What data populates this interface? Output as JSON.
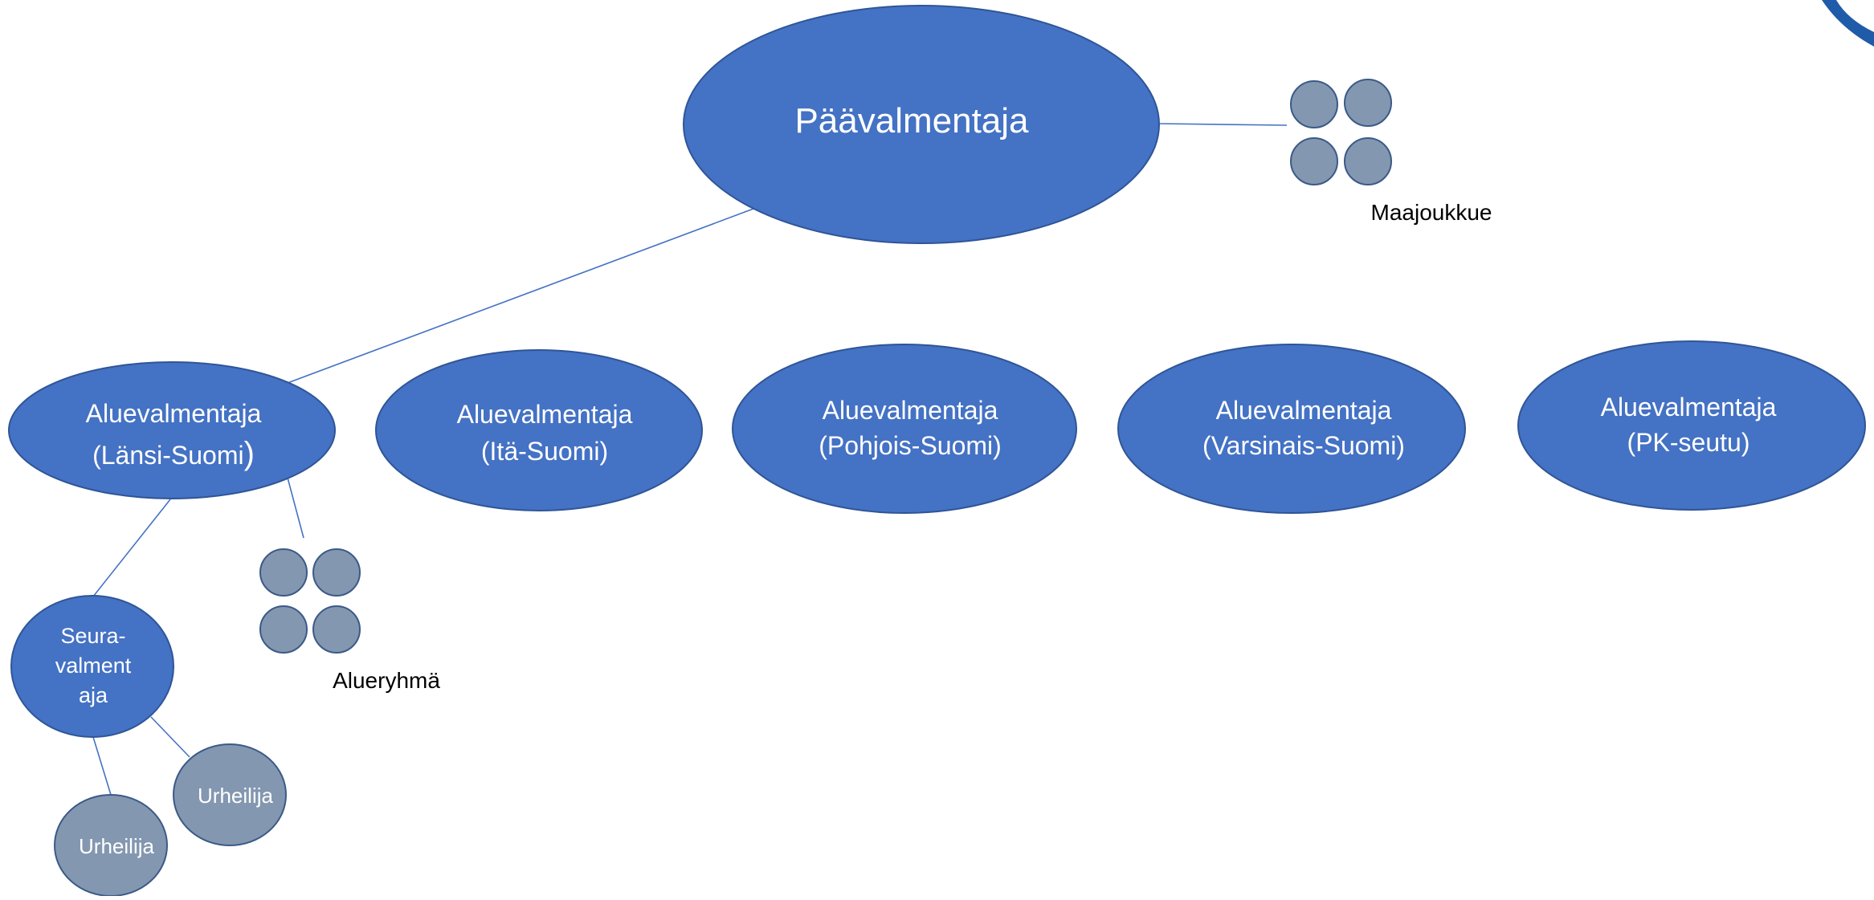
{
  "colors": {
    "node_fill": "#4472C4",
    "node_stroke": "#2F5597",
    "group_fill": "#8497B0",
    "group_stroke": "#3B5A87",
    "connector": "#4472C4",
    "corner_logo": "#1F5BA8"
  },
  "head_coach": {
    "label": "Päävalmentaja"
  },
  "national_team": {
    "caption": "Maajoukkue"
  },
  "regional_coaches": [
    {
      "line1": "Aluevalmentaja",
      "line2": "(Länsi-Suomi",
      "line2_suffix": ")"
    },
    {
      "line1": "Aluevalmentaja",
      "line2": "(Itä-Suomi)",
      "line2_suffix": ""
    },
    {
      "line1": "Aluevalmentaja",
      "line2": "(Pohjois-Suomi)",
      "line2_suffix": ""
    },
    {
      "line1": "Aluevalmentaja",
      "line2": "(Varsinais-Suomi)",
      "line2_suffix": ""
    },
    {
      "line1": "Aluevalmentaja",
      "line2": "(PK-seutu)",
      "line2_suffix": ""
    }
  ],
  "regional_group": {
    "caption": "Alueryhmä"
  },
  "club_coach": {
    "lines": [
      "Seura-",
      "valment",
      "aja"
    ]
  },
  "athletes": [
    {
      "label": "Urheilija"
    },
    {
      "label": "Urheilija"
    }
  ]
}
